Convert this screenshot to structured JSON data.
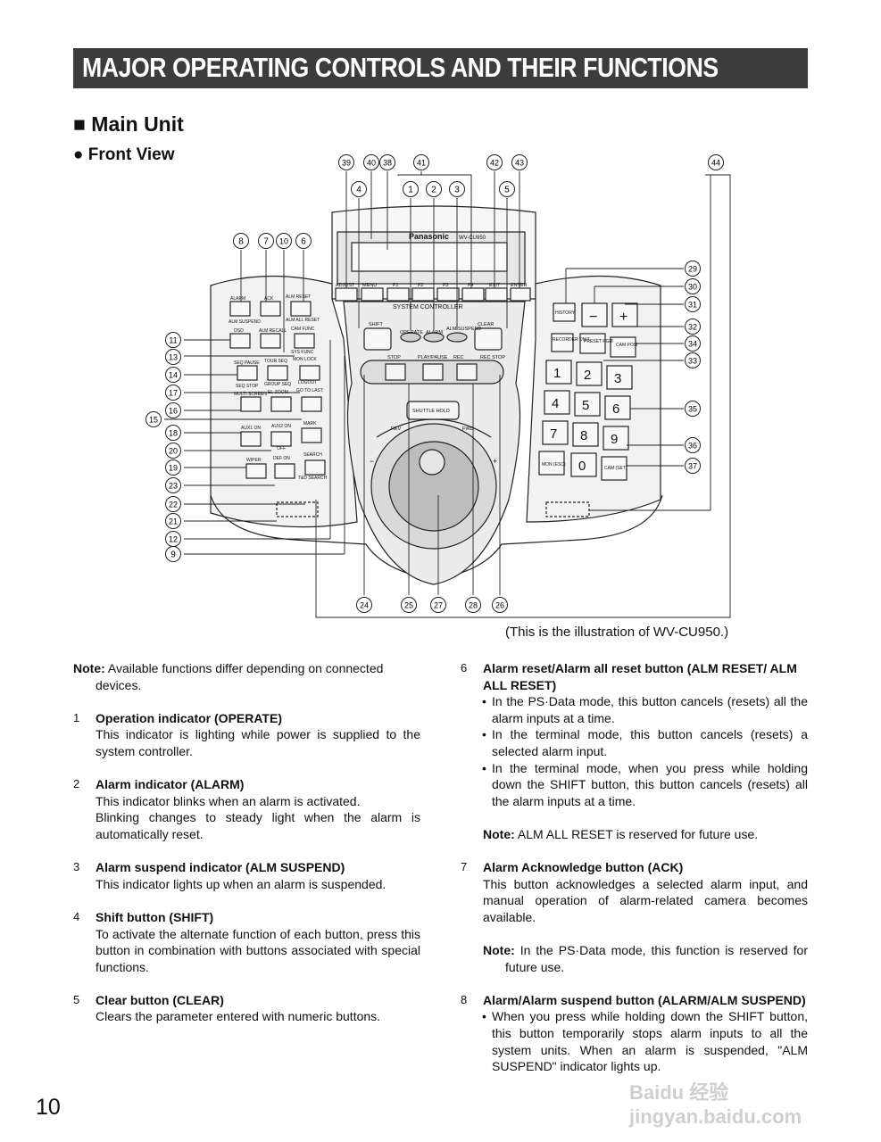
{
  "page_title": "MAJOR OPERATING CONTROLS AND THEIR FUNCTIONS",
  "section": "■ Main Unit",
  "subsection": "● Front View",
  "caption": "(This is the illustration of WV-CU950.)",
  "page_number": "10",
  "watermark": "Baidu 经验 jingyan.baidu.com",
  "diagram": {
    "brand": "Panasonic",
    "model": "WV-CU950",
    "device_name": "SYSTEM CONTROLLER",
    "top_keys": [
      "ADJUST",
      "MENU",
      "F1",
      "F2",
      "F3",
      "F4",
      "EXIT",
      "ENTER"
    ],
    "shift": "SHIFT",
    "clear": "CLEAR",
    "indicators": [
      "OPERATE",
      "ALARM",
      "ALM SUSPEND"
    ],
    "transport": [
      "STOP",
      "PLAY/PAUSE",
      "REC",
      "REC STOP"
    ],
    "shuttle_hold": "SHUTTLE HOLD",
    "rev": "REV",
    "fwd": "FWD",
    "minus": "−",
    "plus": "+",
    "left_keys": [
      "ALARM",
      "ALM SUSPEND",
      "ACK",
      "ALM RESET",
      "ALM ALL RESET",
      "OSD",
      "ALM RECALL",
      "CAM FUNC",
      "SYS FUNC",
      "SEQ PAUSE",
      "TOUR SEQ",
      "MON LOCK",
      "SEQ STOP",
      "GROUP SEQ",
      "LOGOUT",
      "MULTI SCREEN",
      "EL-ZOOM",
      "GO TO LAST",
      "MARK",
      "AUX1 ON",
      "AUX2 ON",
      "OFF",
      "WIPER",
      "DEF ON",
      "SEARCH",
      "T&D SEARCH"
    ],
    "right_keys": [
      "HISTORY",
      "−",
      "+",
      "RECORDER UNIT",
      "PRESET PGM",
      "CAM POSI",
      "1",
      "2",
      "3",
      "4",
      "5",
      "6",
      "7",
      "8",
      "9",
      "MON (ESC)",
      "0",
      "CAM (SET)"
    ],
    "callouts": [
      "39",
      "40",
      "38",
      "41",
      "42",
      "43",
      "44",
      "4",
      "1",
      "2",
      "3",
      "5",
      "8",
      "7",
      "10",
      "6",
      "11",
      "13",
      "14",
      "17",
      "16",
      "15",
      "18",
      "20",
      "19",
      "23",
      "22",
      "21",
      "12",
      "9",
      "29",
      "30",
      "31",
      "32",
      "34",
      "33",
      "35",
      "36",
      "37",
      "24",
      "25",
      "27",
      "28",
      "26"
    ]
  },
  "note": {
    "label": "Note:",
    "text": "Available functions differ depending on connected devices."
  },
  "left_items": [
    {
      "num": "1",
      "title": "Operation indicator (OPERATE)",
      "body": "This indicator is lighting while power is supplied to the system controller."
    },
    {
      "num": "2",
      "title": "Alarm indicator (ALARM)",
      "body": "This indicator blinks when an alarm is activated.",
      "body2": "Blinking changes to steady light when the alarm is automatically reset."
    },
    {
      "num": "3",
      "title": "Alarm suspend indicator (ALM SUSPEND)",
      "body": "This indicator lights up when an alarm is suspended."
    },
    {
      "num": "4",
      "title": "Shift button (SHIFT)",
      "body": "To activate the alternate function of each button, press this button in combination with buttons associated with special functions."
    },
    {
      "num": "5",
      "title": "Clear button (CLEAR)",
      "body": "Clears the parameter entered with numeric buttons."
    }
  ],
  "right_items": {
    "i6": {
      "num": "6",
      "title": "Alarm reset/Alarm all reset button (ALM RESET/ ALM ALL RESET)",
      "b1": "In the PS·Data mode, this button cancels (resets) all the alarm inputs at a time.",
      "b2": "In the terminal mode, this button cancels (resets) a selected alarm input.",
      "b3": "In the terminal mode, when you press while holding down the SHIFT button, this button cancels (resets) all the alarm inputs at a time.",
      "note_label": "Note:",
      "note": "ALM ALL RESET is reserved for future use."
    },
    "i7": {
      "num": "7",
      "title": "Alarm Acknowledge button (ACK)",
      "body": "This button acknowledges a selected alarm input, and manual operation of alarm-related camera becomes available.",
      "note_label": "Note:",
      "note": "In the PS·Data mode, this function is reserved for future use."
    },
    "i8": {
      "num": "8",
      "title": "Alarm/Alarm suspend button (ALARM/ALM SUSPEND)",
      "b1": "When you press while holding down the SHIFT button, this button temporarily stops alarm inputs to all the system units. When an alarm is suspended, \"ALM SUSPEND\" indicator lights up."
    }
  }
}
